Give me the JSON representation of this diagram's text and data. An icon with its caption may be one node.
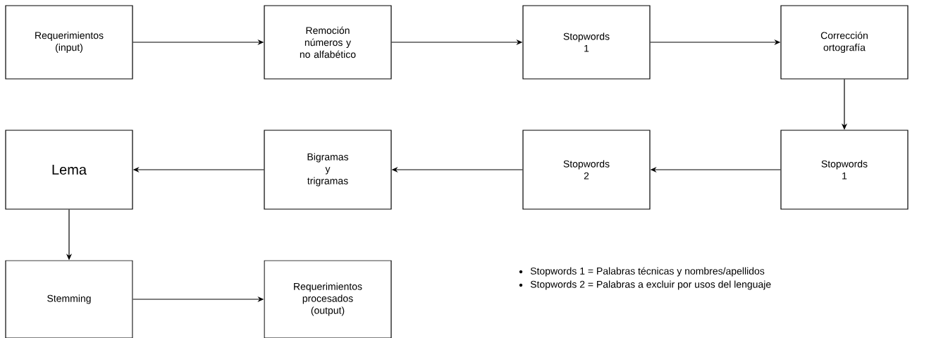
{
  "diagram": {
    "nodes": [
      {
        "text": [
          "Requerimientos (input)"
        ]
      },
      {
        "text": [
          "Remoción números y no alfabético"
        ]
      },
      {
        "text": [
          "Stopwords 1"
        ]
      },
      {
        "text": [
          "Corrección ortografía"
        ]
      },
      {
        "text": [
          "Stopwords 1"
        ]
      },
      {
        "text": [
          "Stopwords 2"
        ]
      },
      {
        "text": [
          "Bigramas y trigramas"
        ]
      },
      {
        "text": [
          "Lema"
        ]
      },
      {
        "text": [
          "Stemming"
        ]
      },
      {
        "text": [
          "Requerimientos procesados (output)"
        ]
      }
    ],
    "edges": [
      {
        "from": 0,
        "to": 1,
        "arrow": "to"
      },
      {
        "from": 1,
        "to": 2,
        "arrow": "to"
      },
      {
        "from": 2,
        "to": 3,
        "arrow": "to"
      },
      {
        "from": 3,
        "to": 4,
        "arrow": "to"
      },
      {
        "from": 4,
        "to": 5,
        "arrow": "to"
      },
      {
        "from": 5,
        "to": 6,
        "arrow": "to"
      },
      {
        "from": 6,
        "to": 7,
        "arrow": "to"
      },
      {
        "from": 7,
        "to": 8,
        "arrow": "to"
      },
      {
        "from": 8,
        "to": 9,
        "arrow": "to"
      }
    ],
    "labels": [
      "Stopwords 1 = Palabras técnicas y nombres/apellidos",
      "Stopwords 2 = Palabras a excluir por usos del lenguaje"
    ]
  }
}
